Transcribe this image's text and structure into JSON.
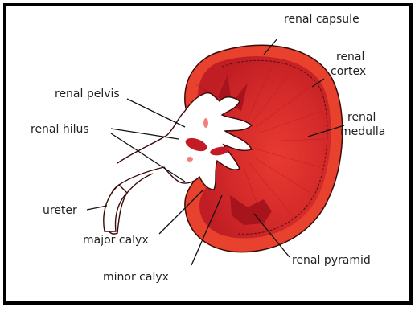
{
  "labels": {
    "renal_capsule": "renal capsule",
    "renal_cortex_line1": "renal",
    "renal_cortex_line2": "cortex",
    "renal_pelvis": "renal pelvis",
    "renal_medulla_line1": "renal",
    "renal_medulla_line2": "medulla",
    "renal_hilus": "renal hilus",
    "ureter": "ureter",
    "major_calyx": "major calyx",
    "renal_pyramid": "renal pyramid",
    "minor_calyx": "minor calyx"
  },
  "colors": {
    "cortex": "#e8402c",
    "medulla": "#c8202a",
    "pyramid": "#b01822",
    "pelvis": "#ffffff",
    "outline": "#3a0a0a"
  }
}
